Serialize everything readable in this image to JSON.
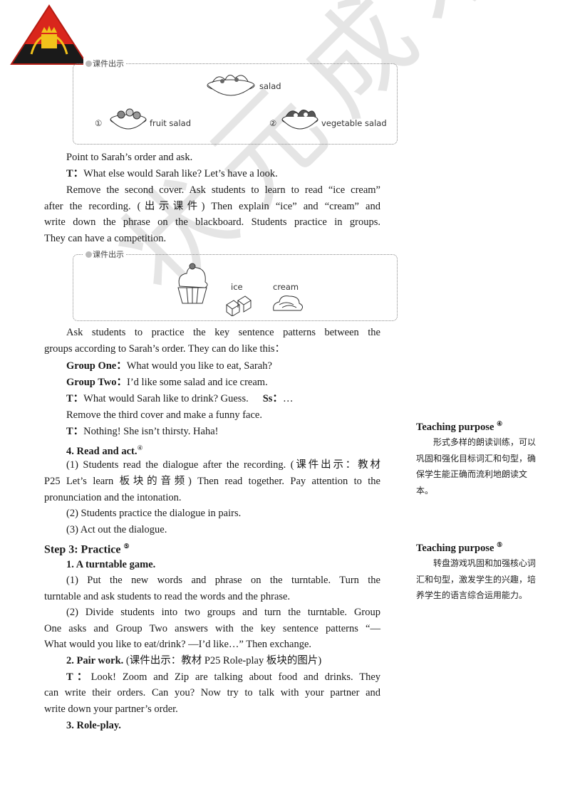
{
  "watermark": "状元成才路",
  "box1": {
    "tag": "课件出示",
    "salad": "salad",
    "item1_num": "①",
    "item1": "fruit salad",
    "item2_num": "②",
    "item2": "vegetable salad"
  },
  "box2": {
    "tag": "课件出示",
    "ice": "ice",
    "cream": "cream"
  },
  "lines": {
    "l1": "Point to Sarah’s order and ask.",
    "l2_speaker": "T：",
    "l2": "What else would Sarah like? Let’s have a look.",
    "l3": "Remove the second cover. Ask students to learn to read “ice cream”",
    "l4": "after the recording. (出示课件) Then  explain “ice” and “cream” and",
    "l5": "write down the phrase on the blackboard. Students practice in groups.",
    "l6": "They can have a competition.",
    "l7": "Ask students to practice the key sentence patterns between the",
    "l8": "groups according to Sarah’s order. They can do like this：",
    "l9_speaker": "Group One：",
    "l9": "What would you like to eat, Sarah?",
    "l10_speaker": "Group Two：",
    "l10": "I’d like some salad and ice cream.",
    "l11_speaker": "T：",
    "l11": "What would Sarah like to drink? Guess.",
    "l11_ss": "Ss：",
    "l11_ss_text": "…",
    "l12": "Remove the third cover and make a funny face.",
    "l13_speaker": "T：",
    "l13": "Nothing! She isn’t thirsty. Haha!",
    "l14": "4. Read and act.",
    "l14_sup": "④",
    "l15": "(1) Students read the dialogue after the recording. (课件出示：教材",
    "l16": "P25 Let’s learn 板块的音频) Then read together. Pay attention to the",
    "l17": "pronunciation and the intonation.",
    "l18": "(2) Students practice the dialogue in pairs.",
    "l19": "(3) Act out the dialogue.",
    "step3": "Step 3: Practice",
    "step3_sup": "⑤",
    "l20": "1. A turntable game.",
    "l21": "(1) Put the new words and phrase on the turntable. Turn the",
    "l22": "turntable and ask students to read the words and the phrase.",
    "l23": "(2) Divide students into two groups and turn the turntable. Group",
    "l24": "One asks and Group Two answers with the key sentence patterns “—",
    "l25": "What would you like to eat/drink? —I’d like…” Then exchange.",
    "l26_bold": "2. Pair work.",
    "l26": " (课件出示：教材 P25 Role-play 板块的图片)",
    "l27_speaker": "T：",
    "l27": "Look! Zoom and Zip are talking about food and drinks. They",
    "l28": "can write their orders. Can you? Now try to talk with your partner and",
    "l29": "write down your partner’s order.",
    "l30": "3. Role-play."
  },
  "side": {
    "p4_title": "Teaching purpose",
    "p4_sup": "④",
    "p4_text": "形式多样的朗读训练，可以巩固和强化目标词汇和句型，确保学生能正确而流利地朗读文本。",
    "p5_title": "Teaching purpose",
    "p5_sup": "⑤",
    "p5_text": "转盘游戏巩固和加强核心词汇和句型，激发学生的兴趣，培养学生的语言综合运用能力。"
  }
}
